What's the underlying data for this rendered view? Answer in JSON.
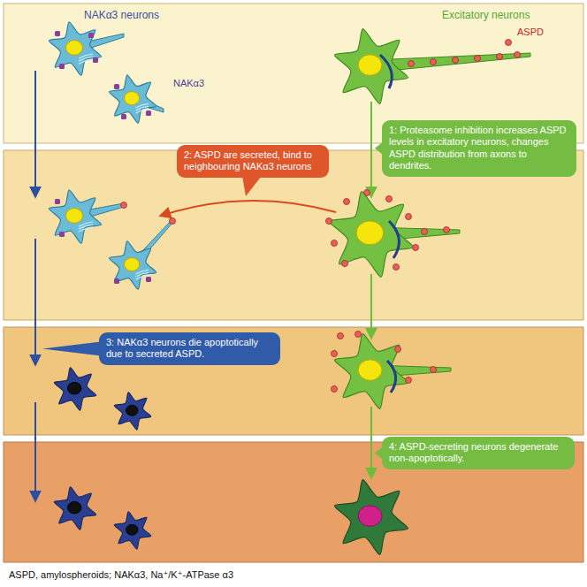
{
  "diagram": {
    "nodes": [
      {
        "text": [
          "1: Proteasome inhibition increases ASPD levels in excitatory neurons, changes ASPD distribution from axons to dendrites."
        ]
      },
      {
        "text": [
          "2: ASPD are secreted, bind to neighbouring NAKα3 neurons"
        ]
      },
      {
        "text": [
          "3: NAKα3 neurons die apoptotically due to secreted ASPD."
        ]
      },
      {
        "text": [
          "4: ASPD-secreting neurons degenerate non-apoptotically."
        ]
      }
    ],
    "labels": [
      "NAKα3 neurons",
      "Excitatory neurons",
      "NAKα3",
      "ASPD",
      "ASPD, amylospheroids; NAKα3, Na⁺/K⁺-ATPase α3"
    ]
  }
}
